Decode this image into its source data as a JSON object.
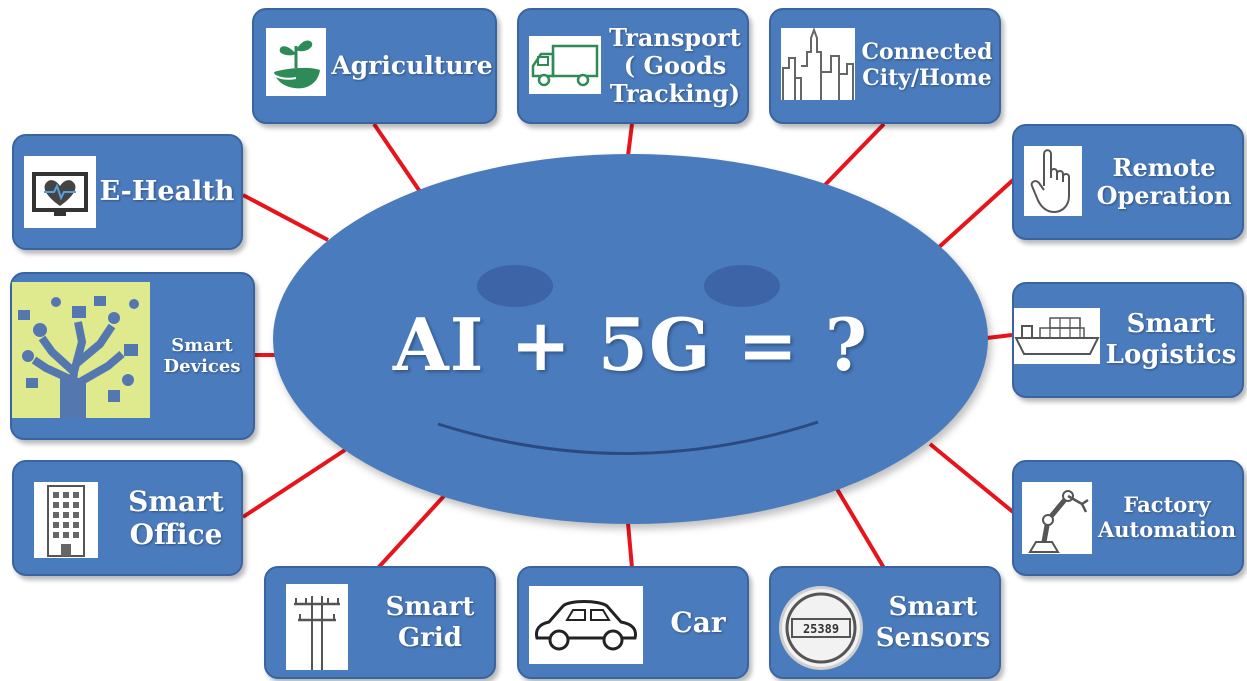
{
  "center": {
    "equation": "AI + 5G = ?"
  },
  "nodes": {
    "agriculture": {
      "lines": [
        "Agriculture"
      ],
      "icon": "plant-in-hand-icon"
    },
    "transport": {
      "lines": [
        "Transport",
        "( Goods",
        "Tracking)"
      ],
      "icon": "truck-icon"
    },
    "connected_city": {
      "lines": [
        "Connected",
        "City/Home"
      ],
      "icon": "skyline-icon"
    },
    "e_health": {
      "lines": [
        "E-Health"
      ],
      "icon": "heart-monitor-icon"
    },
    "remote_operation": {
      "lines": [
        "Remote",
        "Operation"
      ],
      "icon": "pointing-hand-icon"
    },
    "smart_devices": {
      "lines": [
        "Smart",
        "Devices"
      ],
      "icon": "device-tree-icon"
    },
    "smart_logistics": {
      "lines": [
        "Smart",
        "Logistics"
      ],
      "icon": "cargo-ship-icon"
    },
    "smart_office": {
      "lines": [
        "Smart",
        "Office"
      ],
      "icon": "office-building-icon"
    },
    "factory_automation": {
      "lines": [
        "Factory",
        "Automation"
      ],
      "icon": "robot-arm-icon"
    },
    "smart_grid": {
      "lines": [
        "Smart",
        "Grid"
      ],
      "icon": "power-pole-icon"
    },
    "car": {
      "lines": [
        "Car"
      ],
      "icon": "car-icon"
    },
    "smart_sensors": {
      "lines": [
        "Smart",
        "Sensors"
      ],
      "icon": "meter-icon",
      "meter_reading": "25389"
    }
  },
  "colors": {
    "box_fill": "#4a7bbd",
    "connector": "#e8141b",
    "face": "#4a7bbd",
    "eyes": "#3d64a6",
    "smile": "#2c4a80"
  }
}
